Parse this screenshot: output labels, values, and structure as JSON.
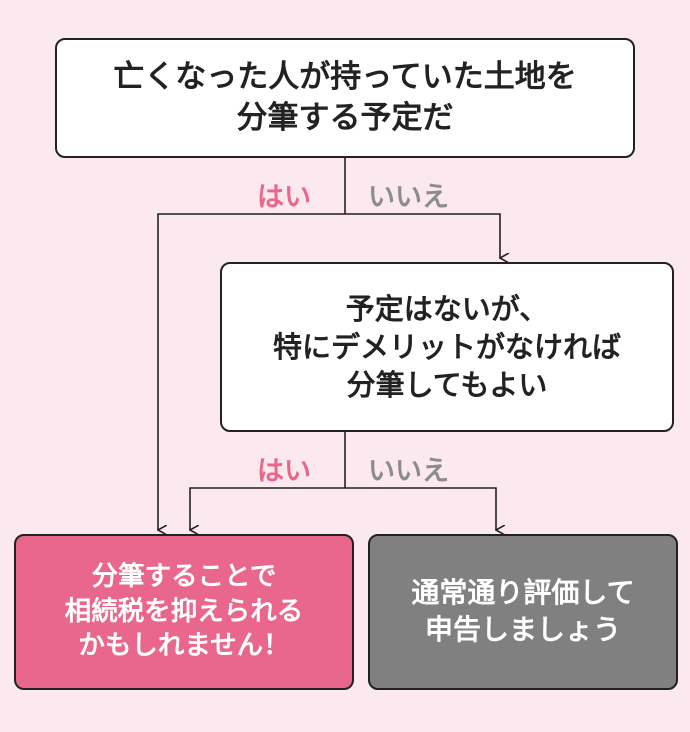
{
  "question1": {
    "lines": [
      "亡くなった人が持っていた土地を",
      "分筆する予定だ"
    ]
  },
  "question2": {
    "lines": [
      "予定はないが、",
      "特にデメリットがなければ",
      "分筆してもよい"
    ]
  },
  "branch1": {
    "yes_label": "はい",
    "no_label": "いいえ"
  },
  "branch2": {
    "yes_label": "はい",
    "no_label": "いいえ"
  },
  "result_yes": {
    "lines": [
      "分筆することで",
      "相続税を抑えられる",
      "かもしれません！"
    ]
  },
  "result_no": {
    "lines": [
      "通常通り評価して",
      "申告しましょう"
    ]
  },
  "colors": {
    "yes": "#e9668d",
    "no": "#8c8c8c",
    "background": "#fbe9ef",
    "result_no_fill": "#808080"
  }
}
